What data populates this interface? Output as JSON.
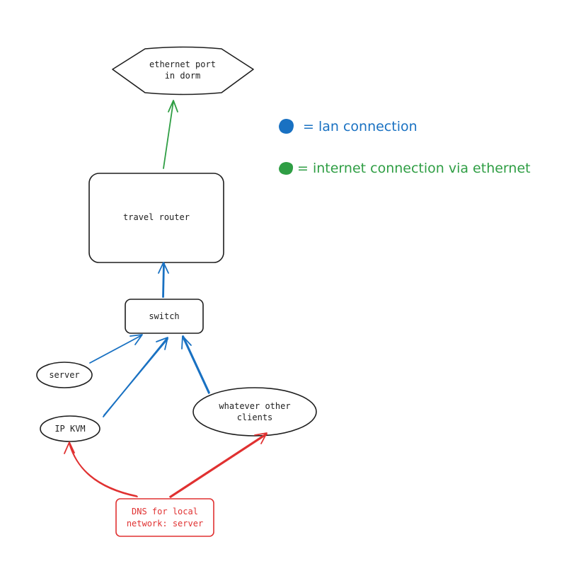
{
  "nodes": {
    "ethernet_port": {
      "line1": "ethernet port",
      "line2": "in dorm"
    },
    "travel_router": {
      "label": "travel router"
    },
    "switch": {
      "label": "switch"
    },
    "server": {
      "label": "server"
    },
    "ip_kvm": {
      "label": "IP KVM"
    },
    "other_clients": {
      "line1": "whatever other",
      "line2": "clients"
    },
    "dns": {
      "line1": "DNS for local",
      "line2": "network: server"
    }
  },
  "legend": [
    {
      "text": "= lan connection",
      "color": "#1971c2"
    },
    {
      "text": "= internet connection via ethernet",
      "color": "#2f9e44"
    }
  ],
  "colors": {
    "lan": "#1971c2",
    "internet": "#2f9e44",
    "dns": "#e03131",
    "stroke": "#1e1e1e"
  }
}
